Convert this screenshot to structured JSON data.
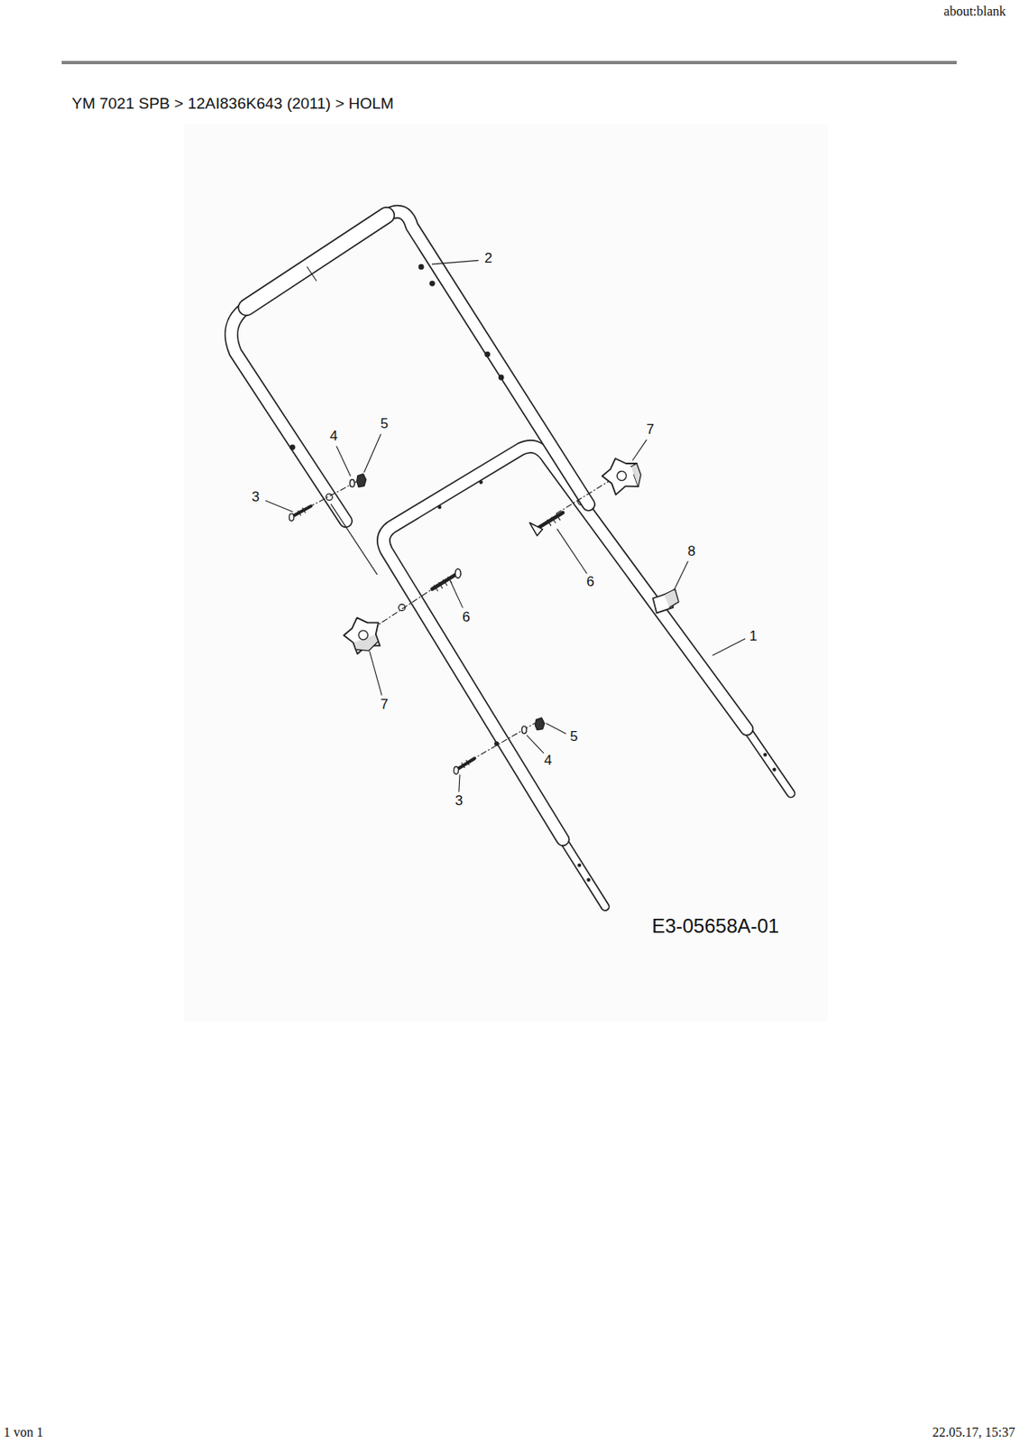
{
  "diagram": {
    "title": "YM 7021 SPB  >  12AI836K643 (2011)  >  HOLM",
    "labels": [
      "about:blank",
      "2",
      "7",
      "5",
      "4",
      "3",
      "8",
      "6",
      "6",
      "7",
      "1",
      "5",
      "4",
      "3",
      "E3-05658A-01",
      "1 von 1",
      "22.05.17, 15:37"
    ]
  }
}
